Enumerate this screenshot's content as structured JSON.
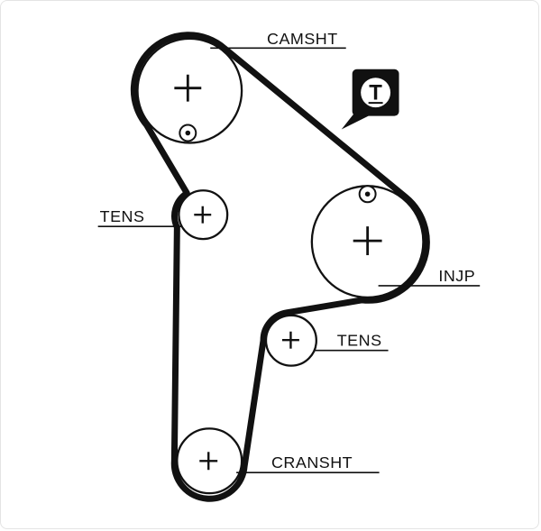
{
  "diagram": {
    "type": "timing-belt-routing-diagram",
    "background": "#ffffff",
    "line_color": "#111111",
    "labels": {
      "camshaft": "CAMSHT",
      "left_tensioner": "TENS",
      "injection_pump": "INJP",
      "lower_tensioner": "TENS",
      "crankshaft": "CRANSHT"
    },
    "badge": {
      "letter": "T"
    }
  }
}
